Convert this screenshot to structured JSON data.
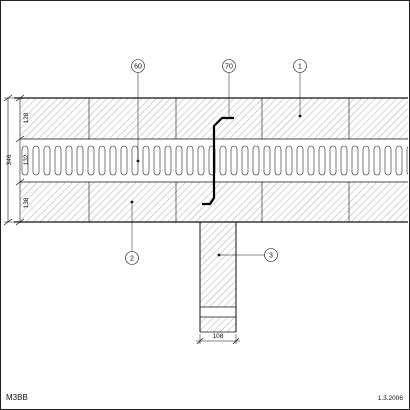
{
  "drawing": {
    "code": "M3BB",
    "date": "1.3.2006"
  },
  "dimensions": {
    "top_layer": "128",
    "middle_layer": "132",
    "bottom_layer": "138",
    "total_height": "346",
    "post_width": "108"
  },
  "callouts": [
    {
      "label": "60",
      "target": "slotted-block"
    },
    {
      "label": "70",
      "target": "z-tie"
    },
    {
      "label": "1",
      "target": "top-block"
    },
    {
      "label": "2",
      "target": "bottom-block"
    },
    {
      "label": "3",
      "target": "post"
    }
  ],
  "colors": {
    "line": "#111111",
    "hatch": "#555555",
    "tie": "#000000"
  }
}
